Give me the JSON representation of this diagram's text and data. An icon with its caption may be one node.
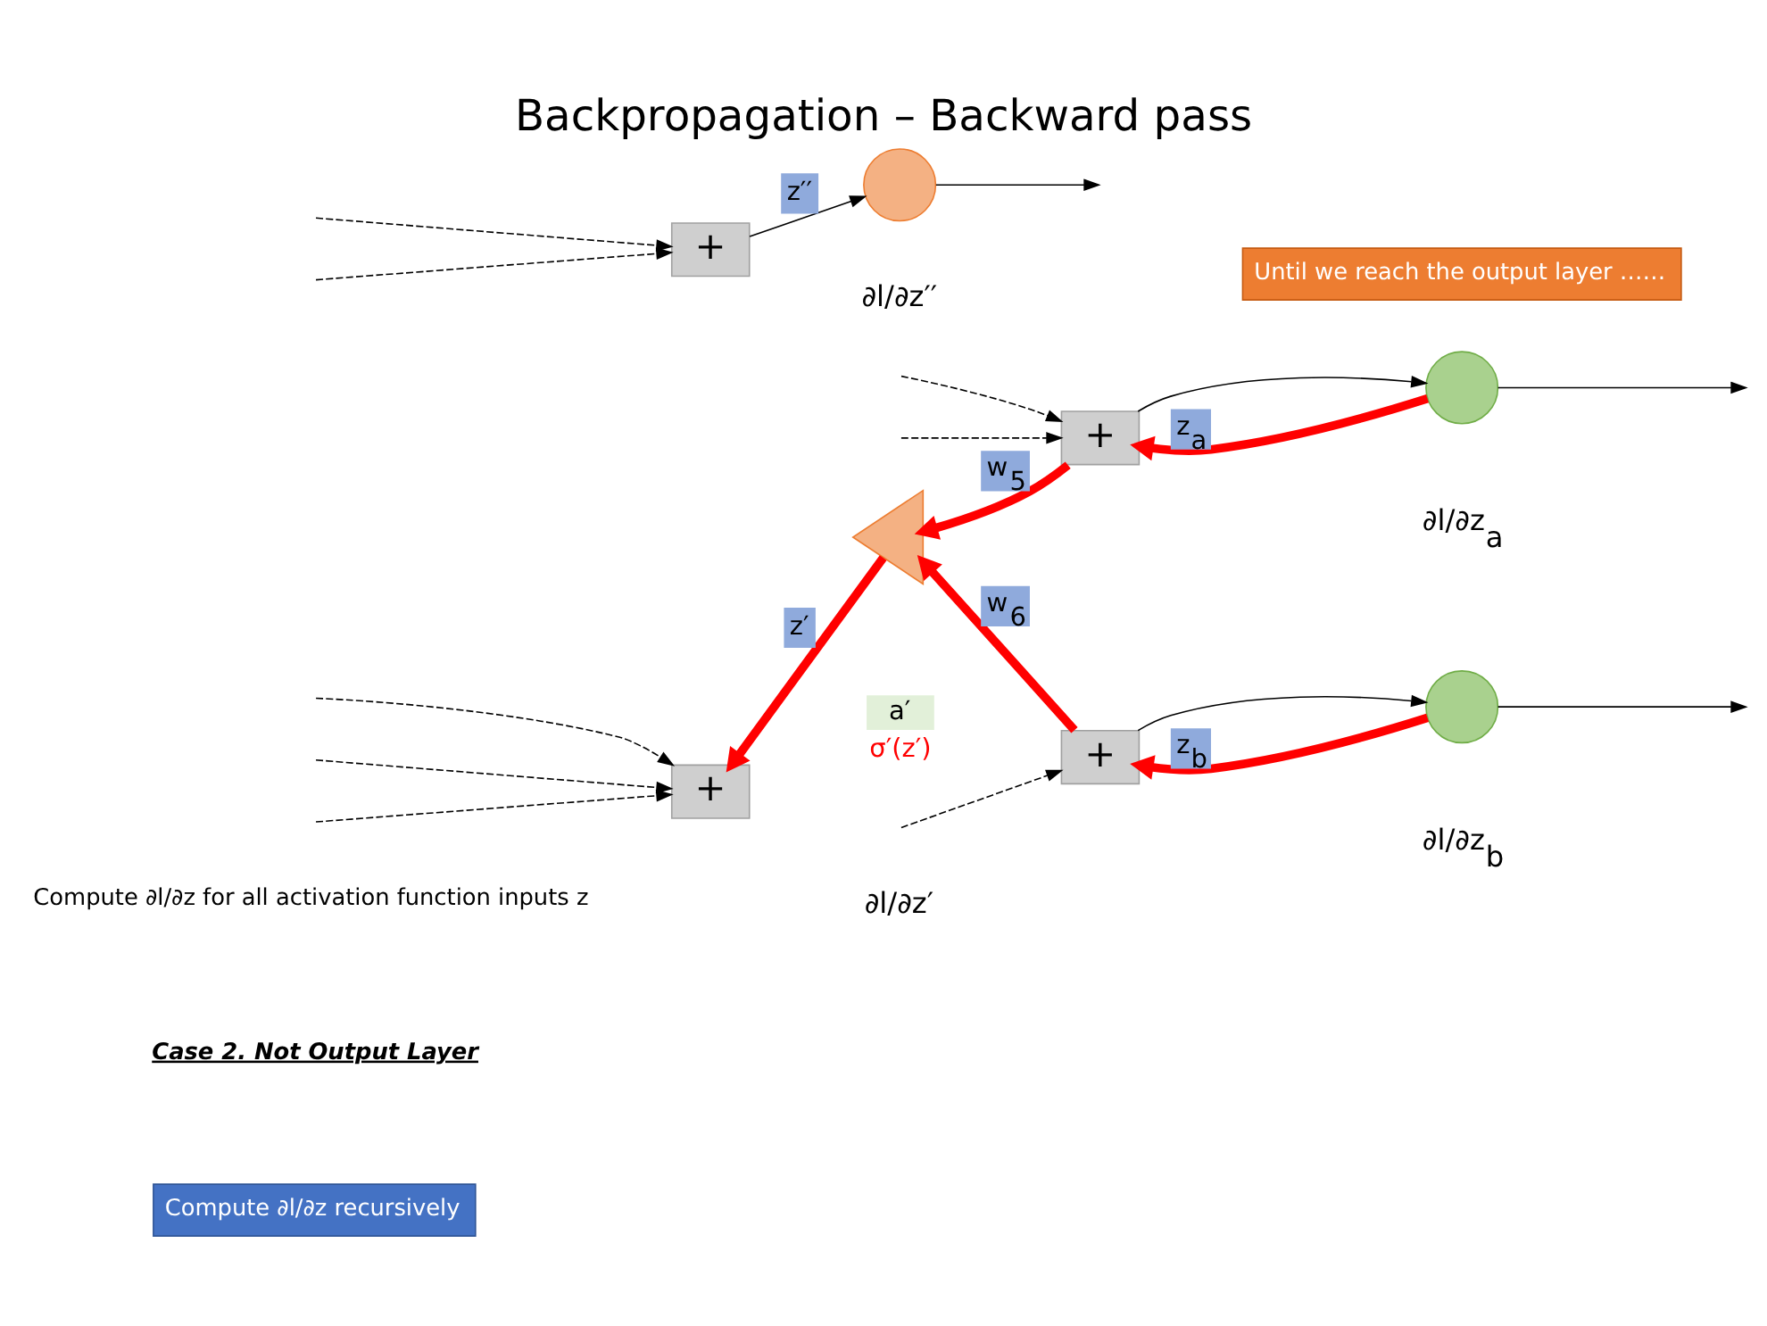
{
  "diagram": {
    "title": "Backpropagation – Backward pass",
    "nodes": [
      {
        "text": [
          "+"
        ]
      },
      {
        "text": [],
        "shape": "triangle",
        "beside": [
          "a′",
          "σ′(z′)"
        ]
      },
      {
        "text": [
          "+"
        ]
      },
      {
        "text": [],
        "shape": "circle"
      },
      {
        "text": [
          "+"
        ]
      },
      {
        "text": [],
        "shape": "circle"
      },
      {
        "text": [
          "+"
        ]
      },
      {
        "text": [],
        "shape": "circle"
      },
      {
        "text": [
          "Compute ∂l/∂z recursively"
        ]
      },
      {
        "text": [
          "Until we reach the output layer ……"
        ]
      }
    ],
    "edges": [
      {
        "from": null,
        "to": 0,
        "arrow": "to",
        "style": "dashed"
      },
      {
        "from": null,
        "to": 0,
        "arrow": "to",
        "style": "dashed"
      },
      {
        "from": null,
        "to": 0,
        "arrow": "to",
        "style": "dashed"
      },
      {
        "from": 1,
        "to": 0,
        "arrow": "to",
        "label": "z′",
        "style": "thick",
        "color": "#ff0000"
      },
      {
        "from": 2,
        "to": 1,
        "arrow": "to",
        "label": "w$_{5}$",
        "style": "thick",
        "color": "#ff0000"
      },
      {
        "from": 6,
        "to": 1,
        "arrow": "to",
        "label": "w$_{6}$",
        "style": "thick",
        "color": "#ff0000"
      },
      {
        "from": null,
        "to": 2,
        "arrow": "to",
        "style": "dashed"
      },
      {
        "from": null,
        "to": 2,
        "arrow": "to",
        "style": "dashed"
      },
      {
        "from": 2,
        "to": 3,
        "arrow": "to"
      },
      {
        "from": 3,
        "to": 2,
        "arrow": "to",
        "label": "z$_{a}$",
        "style": "thick",
        "color": "#ff0000"
      },
      {
        "from": 3,
        "to": null,
        "arrow": "to"
      },
      {
        "from": null,
        "to": 4,
        "arrow": "to",
        "style": "dashed"
      },
      {
        "from": null,
        "to": 4,
        "arrow": "to",
        "style": "dashed"
      },
      {
        "from": 4,
        "to": 5,
        "arrow": "to",
        "label": "z′′"
      },
      {
        "from": 5,
        "to": null,
        "arrow": "to"
      },
      {
        "from": null,
        "to": 6,
        "arrow": "to",
        "style": "dashed"
      },
      {
        "from": 6,
        "to": 7,
        "arrow": "to"
      },
      {
        "from": 7,
        "to": 6,
        "arrow": "to",
        "label": "z$_{b}$",
        "style": "thick",
        "color": "#ff0000"
      },
      {
        "from": 7,
        "to": null,
        "arrow": "to"
      }
    ],
    "labels": [
      "Compute ∂l/∂z for all activation function inputs z",
      "Case 2. Not Output Layer",
      "∂l/∂z′",
      "∂l/∂z$_{a}$",
      "∂l/∂z′′",
      "∂l/∂z$_{b}$"
    ]
  }
}
